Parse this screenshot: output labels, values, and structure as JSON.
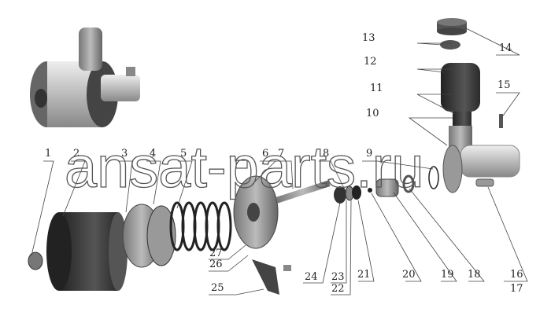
{
  "diagram": {
    "type": "exploded-parts-view",
    "watermark": "ansat-parts.ru",
    "part_labels": [
      "1",
      "2",
      "3",
      "4",
      "5",
      "6",
      "7",
      "8",
      "9",
      "10",
      "11",
      "12",
      "13",
      "14",
      "15",
      "16",
      "17",
      "18",
      "19",
      "20",
      "21",
      "22",
      "23",
      "24",
      "25",
      "26",
      "27"
    ],
    "colors": {
      "line": "#444444",
      "part_dark": "#3a3a3a",
      "part_mid": "#8a8a8a",
      "part_light": "#cfcfcf"
    }
  }
}
